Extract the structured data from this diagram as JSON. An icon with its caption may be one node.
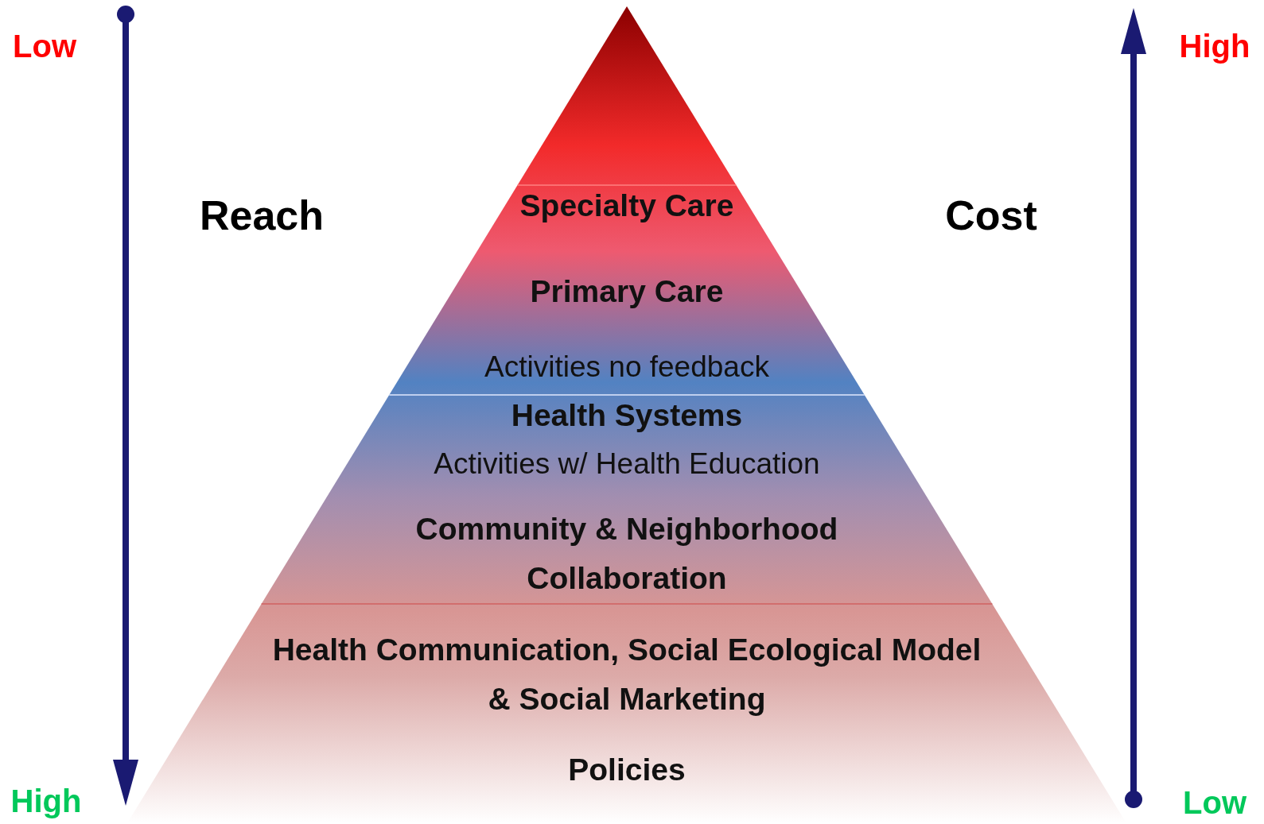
{
  "diagram": {
    "nodes": [
      {
        "text": [
          "Specialty Care",
          "Primary Care",
          "Activities no feedback",
          "Health Systems",
          "Activities w/ Health Education",
          "Community & Neighborhood Collaboration",
          "Health Communication, Social Ecological Model & Social Marketing",
          "Policies"
        ]
      }
    ],
    "labels": [
      "Low",
      "High",
      "Reach",
      "Cost",
      "High",
      "Low"
    ]
  }
}
